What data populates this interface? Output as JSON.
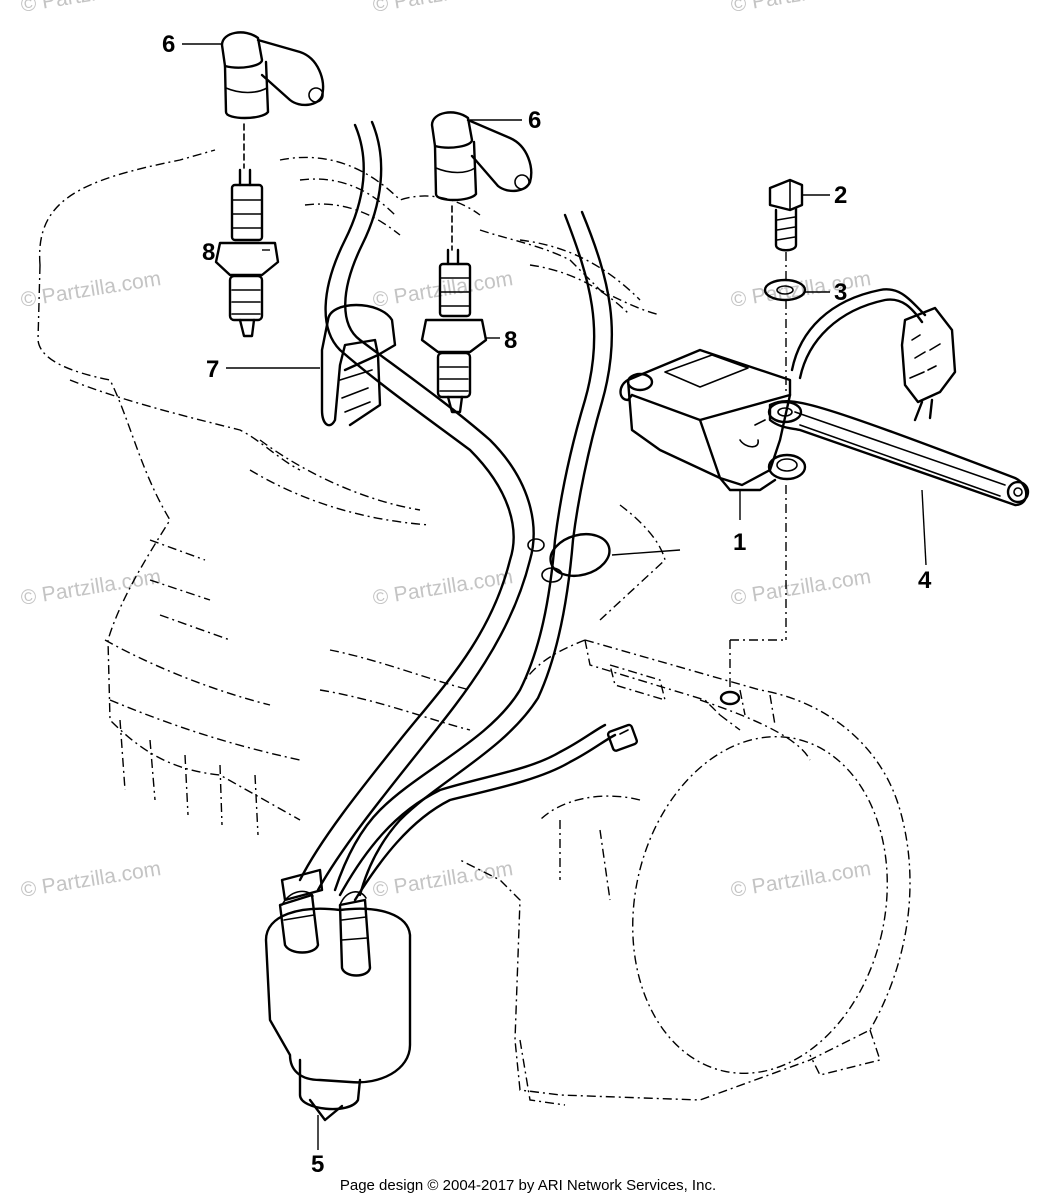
{
  "watermark": "© Partzilla.com",
  "callouts": {
    "c1": "1",
    "c2": "2",
    "c3": "3",
    "c4": "4",
    "c5": "5",
    "c6a": "6",
    "c6b": "6",
    "c7": "7",
    "c8a": "8",
    "c8b": "8"
  },
  "footer": "Page design © 2004-2017 by ARI Network Services, Inc."
}
